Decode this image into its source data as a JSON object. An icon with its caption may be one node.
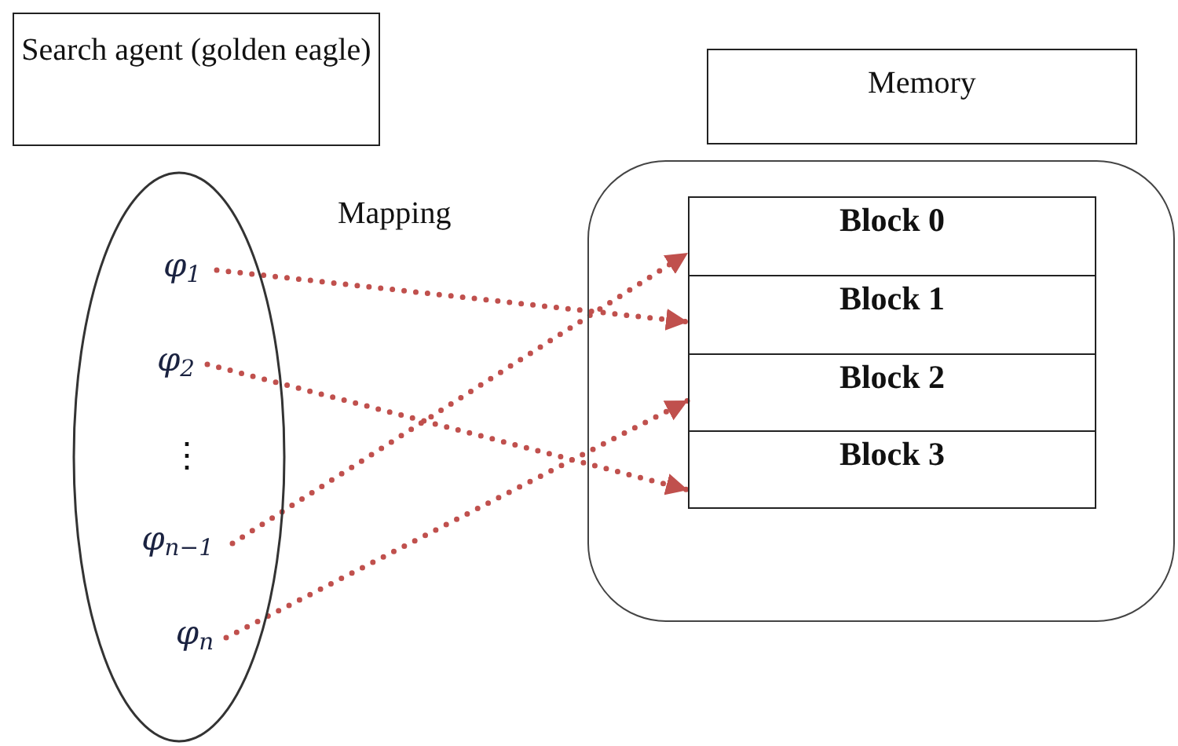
{
  "diagram": {
    "nodes": [
      {
        "text": [
          "Search agent (golden eagle)"
        ]
      },
      {
        "text": [],
        "shape": "ellipse"
      },
      {
        "text": [
          "φ$_{1}$"
        ],
        "in": 1
      },
      {
        "text": [
          "φ$_{2}$"
        ],
        "in": 1
      },
      {
        "text": [
          "φ$_{n−1}$"
        ],
        "in": 1
      },
      {
        "text": [
          "φ$_{n}$"
        ],
        "in": 1
      },
      {
        "text": [
          "Memory"
        ]
      },
      {
        "text": [],
        "shape": "box"
      },
      {
        "text": [
          "Block 0"
        ],
        "in": 7
      },
      {
        "text": [
          "Block 1"
        ],
        "in": 7
      },
      {
        "text": [
          "Block 2"
        ],
        "in": 7
      },
      {
        "text": [
          "Block 3"
        ],
        "in": 7
      }
    ],
    "edges": [
      {
        "from": 2,
        "to": 9,
        "arrow": "to",
        "style": "dashed"
      },
      {
        "from": 3,
        "to": 11,
        "arrow": "to",
        "style": "dashed"
      },
      {
        "from": 4,
        "to": 8,
        "arrow": "to",
        "style": "dashed"
      },
      {
        "from": 5,
        "to": 10,
        "arrow": "to",
        "style": "dashed"
      }
    ],
    "labels": [
      "Mapping",
      "⋮"
    ]
  }
}
